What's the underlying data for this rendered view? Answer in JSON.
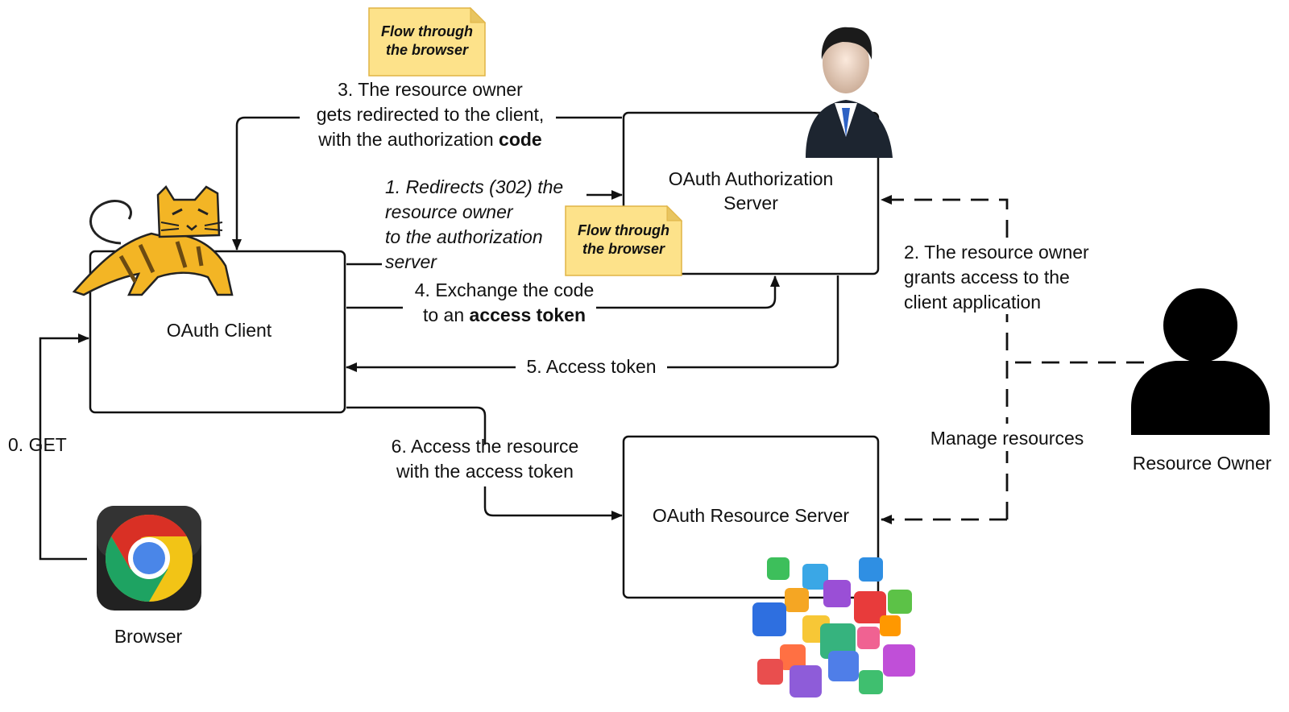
{
  "nodes": {
    "client": "OAuth Client",
    "auth_server": [
      "OAuth Authorization",
      "Server"
    ],
    "resource_server": "OAuth Resource Server",
    "browser": "Browser",
    "resource_owner": "Resource Owner"
  },
  "notes": {
    "top": [
      "Flow through",
      "the browser"
    ],
    "middle": [
      "Flow through",
      "the browser"
    ]
  },
  "steps": {
    "s0": "0. GET",
    "s1": [
      "1. Redirects (302) the",
      "resource owner",
      "to the authorization",
      "server"
    ],
    "s2": [
      "2. The resource owner",
      "grants access to the",
      "client application"
    ],
    "s3": {
      "line1": "3. The resource owner",
      "line2": "gets redirected to the client,",
      "line3_prefix": "with the authorization ",
      "line3_bold": "code"
    },
    "s4": {
      "line1": "4. Exchange the code",
      "line2_prefix": "to an ",
      "line2_bold": "access token"
    },
    "s5": "5. Access token",
    "s6": [
      "6. Access the resource",
      "with the access token"
    ],
    "manage": "Manage resources"
  },
  "icons": {
    "client": "tomcat-cat-icon",
    "auth_server": "businessman-icon",
    "browser": "chrome-browser-icon",
    "resource_owner": "person-silhouette-icon",
    "resource_server": "app-icons-cluster"
  },
  "colors": {
    "note_fill": "#fde28a",
    "note_border": "#e0b445"
  }
}
